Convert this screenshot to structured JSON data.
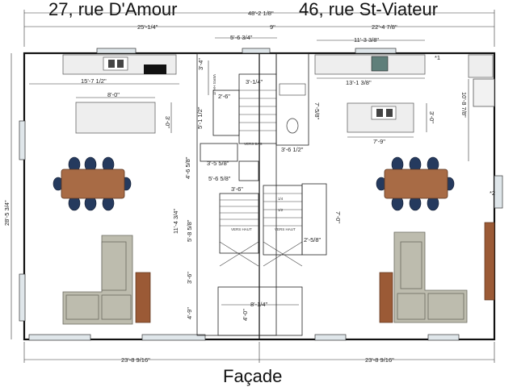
{
  "addresses": {
    "left": "27, rue D'Amour",
    "right": "46, rue St-Viateur"
  },
  "title": "Façade",
  "dimensions": {
    "overall_width": "48'-2 1/8\"",
    "left_width": "25'-1/4\"",
    "right_width": "22'-4 7/8\"",
    "center_gap": "9\"",
    "stair_top": "5'-6 3/4\"",
    "right_counter": "11'-3 3/8\"",
    "left_kitchen": "15'-7 1/2\"",
    "right_kitchen": "13'-1 3/8\"",
    "left_island": "8'-0\"",
    "right_island_w": "7'-9\"",
    "left_island_gap": "3'-0\"",
    "right_island_gap": "3'-0\"",
    "right_wall": "10'-8 7/8\"",
    "overall_height": "28'-5 3/4\"",
    "stair_3_4": "3'-4\"",
    "stair_3_1_4": "3'-1/4\"",
    "stair_2_6": "2'-6\"",
    "stair_5_1_1_2": "5'-1 1/2\"",
    "bath_7_5_8": "7'-5/8\"",
    "bath_3_6_1_2": "3'-6 1/2\"",
    "stair_3_5_5_8": "3'-5 5/8\"",
    "stair_4_6_5_8": "4'-6 5/8\"",
    "stair_5_6_5_8": "5'-6 5/8\"",
    "stair_3_6a": "3'-6\"",
    "stair_11_4_3_4": "11'-4 3/4\"",
    "stair_5_8_5_8": "5'-8 5/8\"",
    "stair_7_0": "7'-0\"",
    "stair_2_5_8": "2'-5/8\"",
    "stair_3_6b": "3'-6\"",
    "stair_4_9": "4'-9\"",
    "landing_w": "8'-1/4\"",
    "landing_h": "4'-0\"",
    "bottom_left": "23'-8 9/16\"",
    "bottom_right": "23'-8 9/16\""
  },
  "labels": {
    "vers_haut": "VERS HAUT",
    "vers_bas": "VERS BAS",
    "note1": "*1",
    "note2": "*2",
    "step1": "1/4",
    "step2": "1/2"
  }
}
